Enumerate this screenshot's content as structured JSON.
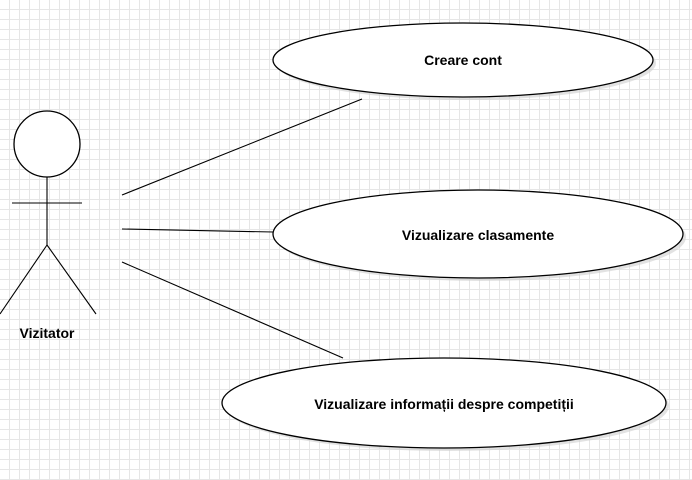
{
  "actor": {
    "name": "Vizitator"
  },
  "use_cases": [
    {
      "label": "Creare cont"
    },
    {
      "label": "Vizualizare clasamente"
    },
    {
      "label": "Vizualizare informații despre competiții"
    }
  ]
}
